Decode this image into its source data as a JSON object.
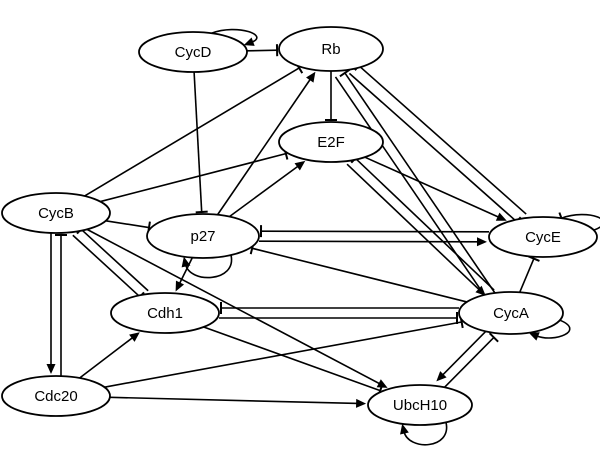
{
  "nodes": {
    "CycD": "CycD",
    "Rb": "Rb",
    "E2F": "E2F",
    "CycB": "CycB",
    "p27": "p27",
    "CycE": "CycE",
    "Cdh1": "Cdh1",
    "CycA": "CycA",
    "Cdc20": "Cdc20",
    "UbcH10": "UbcH10"
  },
  "edges": [
    {
      "from": "CycD",
      "to": "Rb",
      "type": "inhibition"
    },
    {
      "from": "CycD",
      "to": "p27",
      "type": "inhibition"
    },
    {
      "from": "Rb",
      "to": "E2F",
      "type": "inhibition"
    },
    {
      "from": "Rb",
      "to": "CycE",
      "type": "inhibition"
    },
    {
      "from": "Rb",
      "to": "CycA",
      "type": "inhibition"
    },
    {
      "from": "CycE",
      "to": "Rb",
      "type": "inhibition"
    },
    {
      "from": "CycA",
      "to": "Rb",
      "type": "inhibition"
    },
    {
      "from": "CycB",
      "to": "Rb",
      "type": "inhibition"
    },
    {
      "from": "p27",
      "to": "Rb",
      "type": "activation"
    },
    {
      "from": "p27",
      "to": "E2F",
      "type": "activation"
    },
    {
      "from": "CycB",
      "to": "E2F",
      "type": "inhibition"
    },
    {
      "from": "E2F",
      "to": "CycE",
      "type": "activation"
    },
    {
      "from": "E2F",
      "to": "CycA",
      "type": "activation"
    },
    {
      "from": "CycA",
      "to": "E2F",
      "type": "inhibition"
    },
    {
      "from": "CycB",
      "to": "p27",
      "type": "inhibition"
    },
    {
      "from": "p27",
      "to": "CycE",
      "type": "activation"
    },
    {
      "from": "CycE",
      "to": "p27",
      "type": "inhibition"
    },
    {
      "from": "CycA",
      "to": "p27",
      "type": "inhibition"
    },
    {
      "from": "p27",
      "to": "Cdh1",
      "type": "activation"
    },
    {
      "from": "CycB",
      "to": "Cdh1",
      "type": "inhibition"
    },
    {
      "from": "Cdh1",
      "to": "CycB",
      "type": "inhibition"
    },
    {
      "from": "CycB",
      "to": "Cdc20",
      "type": "activation"
    },
    {
      "from": "Cdc20",
      "to": "CycB",
      "type": "inhibition"
    },
    {
      "from": "Cdc20",
      "to": "Cdh1",
      "type": "activation"
    },
    {
      "from": "Cdh1",
      "to": "CycA",
      "type": "inhibition"
    },
    {
      "from": "CycA",
      "to": "Cdh1",
      "type": "inhibition"
    },
    {
      "from": "CycA",
      "to": "CycE",
      "type": "inhibition"
    },
    {
      "from": "Cdc20",
      "to": "CycA",
      "type": "inhibition"
    },
    {
      "from": "CycB",
      "to": "UbcH10",
      "type": "activation"
    },
    {
      "from": "Cdh1",
      "to": "UbcH10",
      "type": "inhibition"
    },
    {
      "from": "Cdc20",
      "to": "UbcH10",
      "type": "activation"
    },
    {
      "from": "CycA",
      "to": "UbcH10",
      "type": "activation"
    },
    {
      "from": "UbcH10",
      "to": "CycA",
      "type": "inhibition"
    }
  ],
  "self_loops": [
    {
      "node": "CycD",
      "type": "activation"
    },
    {
      "node": "p27",
      "type": "activation"
    },
    {
      "node": "CycE",
      "type": "inhibition"
    },
    {
      "node": "CycA",
      "type": "activation"
    },
    {
      "node": "UbcH10",
      "type": "activation"
    }
  ]
}
